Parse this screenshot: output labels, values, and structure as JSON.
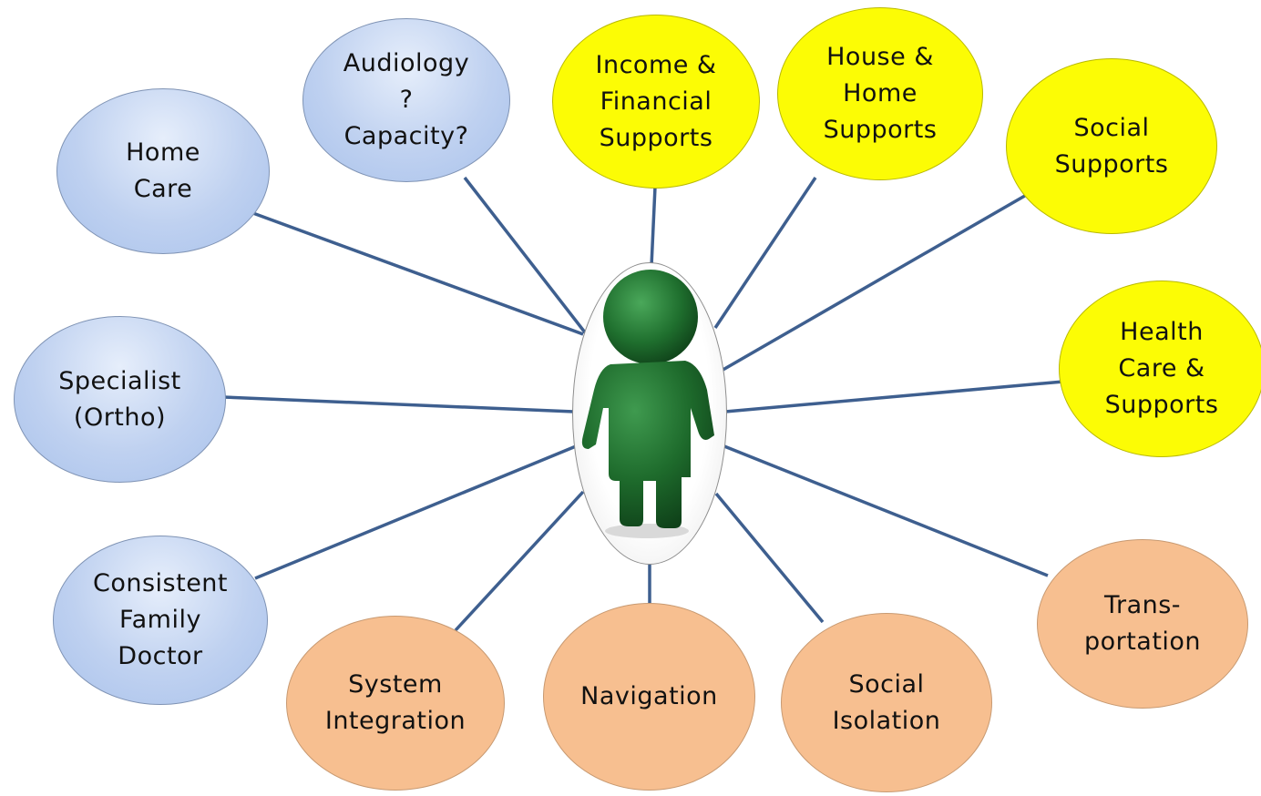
{
  "colors": {
    "connector": "#3e5f8f",
    "medical": "#bfd1f0",
    "support": "#fcfc05",
    "system": "#f7bf90",
    "person": "#1e6b2c"
  },
  "center": {
    "icon": "person-icon"
  },
  "nodes": [
    {
      "id": "home-care",
      "label": "Home\nCare",
      "category": "medical"
    },
    {
      "id": "audiology-capacity",
      "label": "Audiology\n?\nCapacity?",
      "category": "medical"
    },
    {
      "id": "income-financial-supports",
      "label": "Income &\nFinancial\nSupports",
      "category": "support"
    },
    {
      "id": "house-home-supports",
      "label": "House &\nHome\nSupports",
      "category": "support"
    },
    {
      "id": "social-supports",
      "label": "Social\nSupports",
      "category": "support"
    },
    {
      "id": "health-care-supports",
      "label": "Health\nCare &\nSupports",
      "category": "support"
    },
    {
      "id": "specialist-ortho",
      "label": "Specialist\n(Ortho)",
      "category": "medical"
    },
    {
      "id": "consistent-family-doctor",
      "label": "Consistent\nFamily\nDoctor",
      "category": "medical"
    },
    {
      "id": "system-integration",
      "label": "System\nIntegration",
      "category": "system"
    },
    {
      "id": "navigation",
      "label": "Navigation",
      "category": "system"
    },
    {
      "id": "social-isolation",
      "label": "Social\nIsolation",
      "category": "system"
    },
    {
      "id": "transportation",
      "label": "Trans-\nportation",
      "category": "system"
    }
  ]
}
